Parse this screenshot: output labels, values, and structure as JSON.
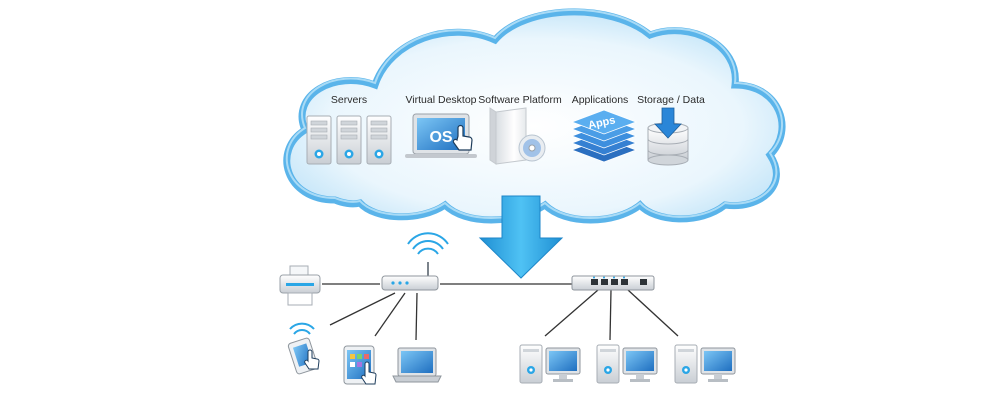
{
  "cloud": {
    "services": [
      {
        "label": "Servers",
        "icon": "server-rack-icon"
      },
      {
        "label": "Virtual Desktop",
        "icon": "virtual-desktop-icon",
        "badge": "OS"
      },
      {
        "label": "Software Platform",
        "icon": "software-box-icon"
      },
      {
        "label": "Applications",
        "icon": "apps-stack-icon",
        "badge": "Apps"
      },
      {
        "label": "Storage / Data",
        "icon": "database-icon"
      }
    ]
  },
  "colors": {
    "cloud_outline": "#5ab4ea",
    "cloud_fill": "#e7f5fd",
    "arrow": "#2aa6e6",
    "screen": "#3a8fd6",
    "connector": "#333333"
  },
  "devices": {
    "left": [
      "printer-icon",
      "wireless-router-icon",
      "smartphone-icon",
      "tablet-icon",
      "laptop-icon"
    ],
    "right": [
      "network-switch-icon",
      "desktop-pc-icon",
      "desktop-pc-icon",
      "desktop-pc-icon"
    ]
  }
}
